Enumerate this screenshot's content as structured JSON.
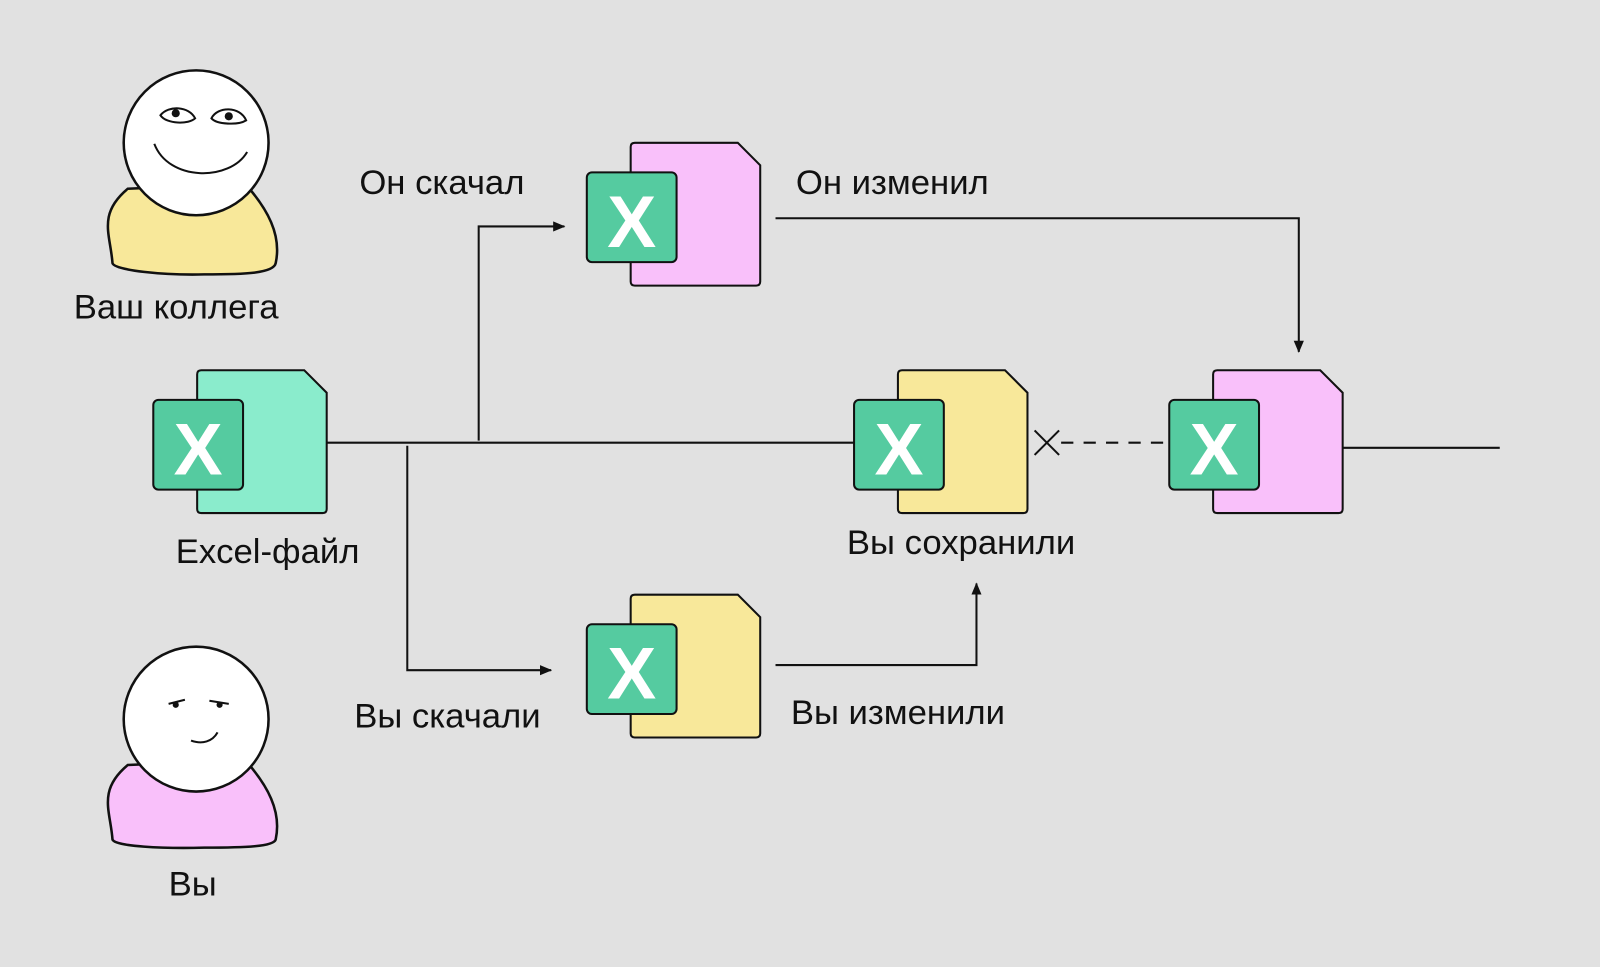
{
  "labels": {
    "colleague": "Ваш коллега",
    "you": "Вы",
    "excel_file": "Excel-файл",
    "he_downloaded": "Он скачал",
    "he_changed": "Он изменил",
    "you_downloaded": "Вы скачали",
    "you_changed": "Вы изменили",
    "you_saved": "Вы сохранили"
  },
  "icon_letter": "X",
  "colors": {
    "background": "#e1e1e1",
    "excel_green": "#55cba0",
    "original_file": "#8aeccc",
    "colleague_file": "#f9c0fa",
    "your_file": "#f8e89a",
    "colleague_shirt": "#f8e89a",
    "your_shirt": "#f9c0fa"
  }
}
